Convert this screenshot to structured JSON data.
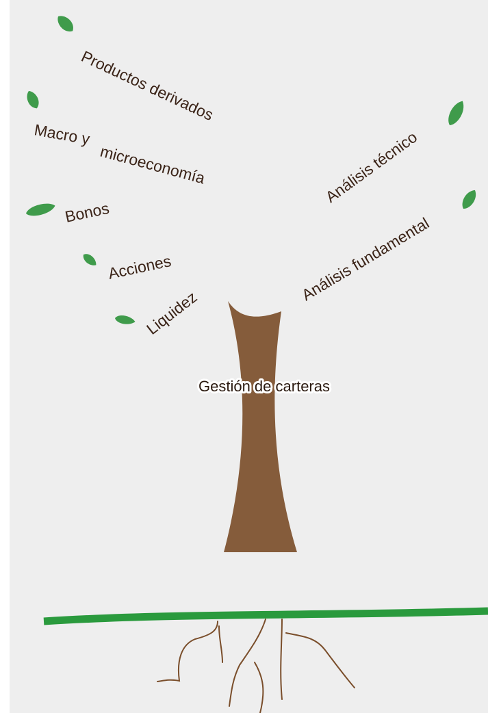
{
  "colors": {
    "background": "#eeeeee",
    "trunk": "#855c3b",
    "leaf": "#3f9b4b",
    "ground": "#2a9a3d",
    "roots": "#7a4e2b",
    "text": "#3b2418"
  },
  "trunk": {
    "label": "Gestión de carteras"
  },
  "branches": {
    "productos_derivados": "Productos derivados",
    "macro_y": "Macro y",
    "microeconomia": "microeconomía",
    "bonos": "Bonos",
    "acciones": "Acciones",
    "liquidez": "Liquidez",
    "analisis_tecnico": "Análisis  técnico",
    "analisis_fundamental": "Análisis  fundamental"
  },
  "icons": [
    "leaf-icon"
  ]
}
